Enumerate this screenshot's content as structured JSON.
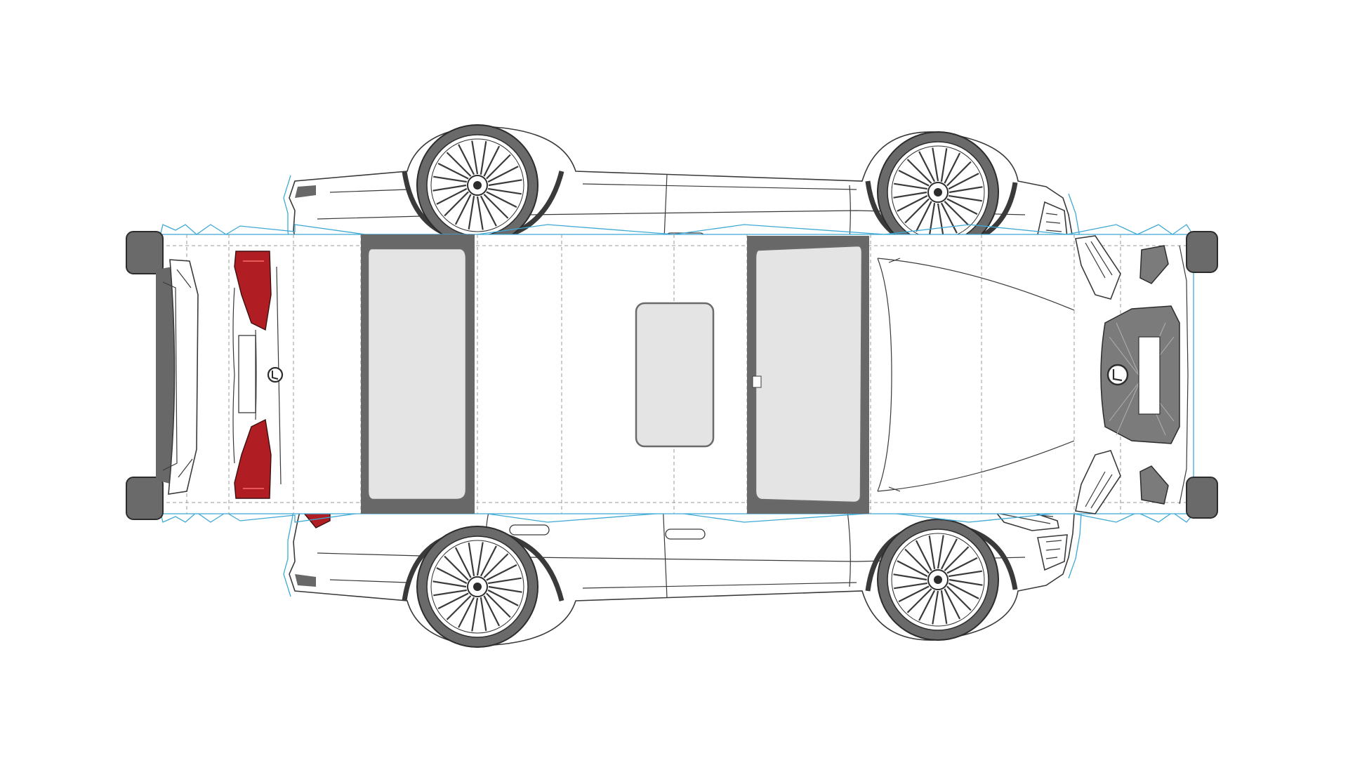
{
  "colors": {
    "body": "#ffffff",
    "outline": "#3a3a3a",
    "cut_line": "#3fa9d6",
    "fold_line": "#9a9a9a",
    "glass": "#e4e4e4",
    "glass_frame": "#686868",
    "tyre": "#6a6a6a",
    "tail_lamp": "#b01e24",
    "grille": "#7b7b7b"
  },
  "panels": [
    {
      "name": "side-view-top-mirrored"
    },
    {
      "name": "rear-view"
    },
    {
      "name": "rear-window"
    },
    {
      "name": "roof-with-sunroof"
    },
    {
      "name": "windshield"
    },
    {
      "name": "hood"
    },
    {
      "name": "front-view"
    },
    {
      "name": "side-view-bottom"
    }
  ],
  "icons": {
    "wheel": "wheel-icon",
    "logo": "brand-emblem-icon",
    "mirror": "side-mirror-icon",
    "door_handle": "door-handle-icon",
    "tail_lamp": "tail-lamp-icon",
    "headlamp": "headlamp-icon",
    "grille": "spindle-grille-icon"
  }
}
